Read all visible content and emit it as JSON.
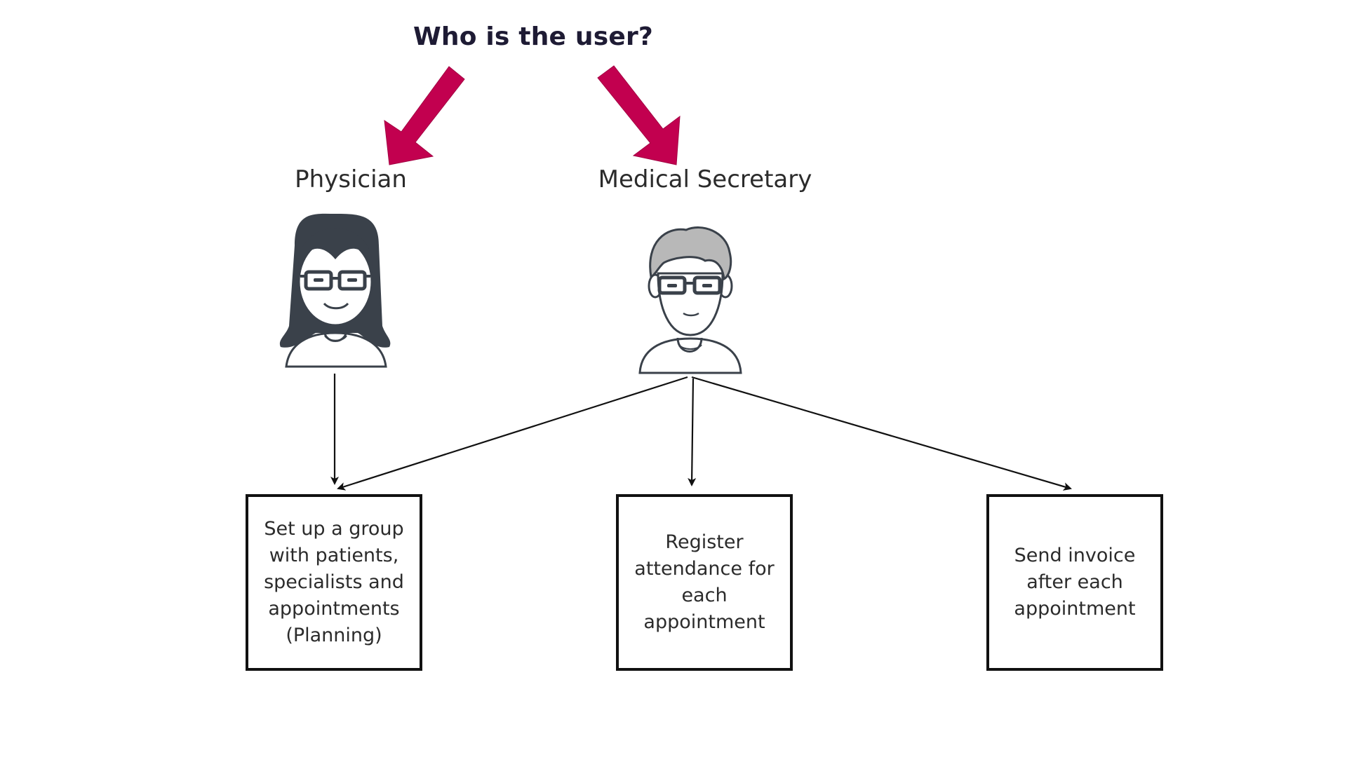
{
  "title": "Who is the user?",
  "roles": [
    {
      "name": "Physician",
      "icon": "female-avatar-icon"
    },
    {
      "name": "Medical Secretary",
      "icon": "male-avatar-icon"
    }
  ],
  "tasks": [
    {
      "label": "Set up a group with patients, specialists and appointments (Planning)"
    },
    {
      "label": "Register attendance for each appointment"
    },
    {
      "label": "Send invoice after each appointment"
    }
  ],
  "connections": [
    {
      "from": "Physician",
      "to": "Set up a group with patients, specialists and appointments (Planning)"
    },
    {
      "from": "Medical Secretary",
      "to": "Set up a group with patients, specialists and appointments (Planning)"
    },
    {
      "from": "Medical Secretary",
      "to": "Register attendance for each appointment"
    },
    {
      "from": "Medical Secretary",
      "to": "Send invoice after each appointment"
    }
  ],
  "colors": {
    "accent_arrow": "#c2004f",
    "title_text": "#1e1b34",
    "avatar_dark": "#3a414a",
    "avatar_hair_light": "#b8b8b8",
    "line": "#111111"
  }
}
